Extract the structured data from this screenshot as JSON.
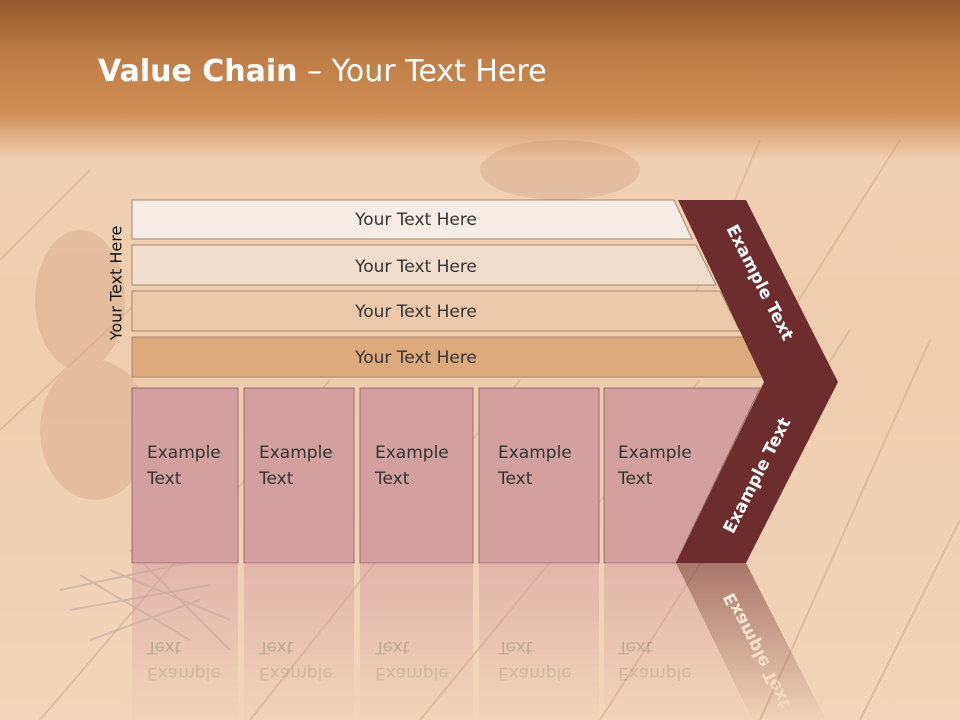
{
  "slide": {
    "title_bold": "Value Chain",
    "title_rest": " – Your Text Here",
    "side_label": "Your Text Here"
  },
  "support_rows": [
    "Your Text Here",
    "Your Text Here",
    "Your Text Here",
    "Your Text Here"
  ],
  "primary_boxes": [
    {
      "line1": "Example",
      "line2": "Text"
    },
    {
      "line1": "Example",
      "line2": "Text"
    },
    {
      "line1": "Example",
      "line2": "Text"
    },
    {
      "line1": "Example",
      "line2": "Text"
    },
    {
      "line1": "Example",
      "line2": "Text"
    }
  ],
  "arrow": {
    "upper_label": "Example Text",
    "lower_label": "Example Text"
  },
  "colors": {
    "header": "#c8854c",
    "row1": "#f8ede6",
    "row2": "#f2dccb",
    "row3": "#ecc9aa",
    "row4": "#ddaa7c",
    "box": "#d3a0a0",
    "arrow": "#6d2d2d"
  }
}
